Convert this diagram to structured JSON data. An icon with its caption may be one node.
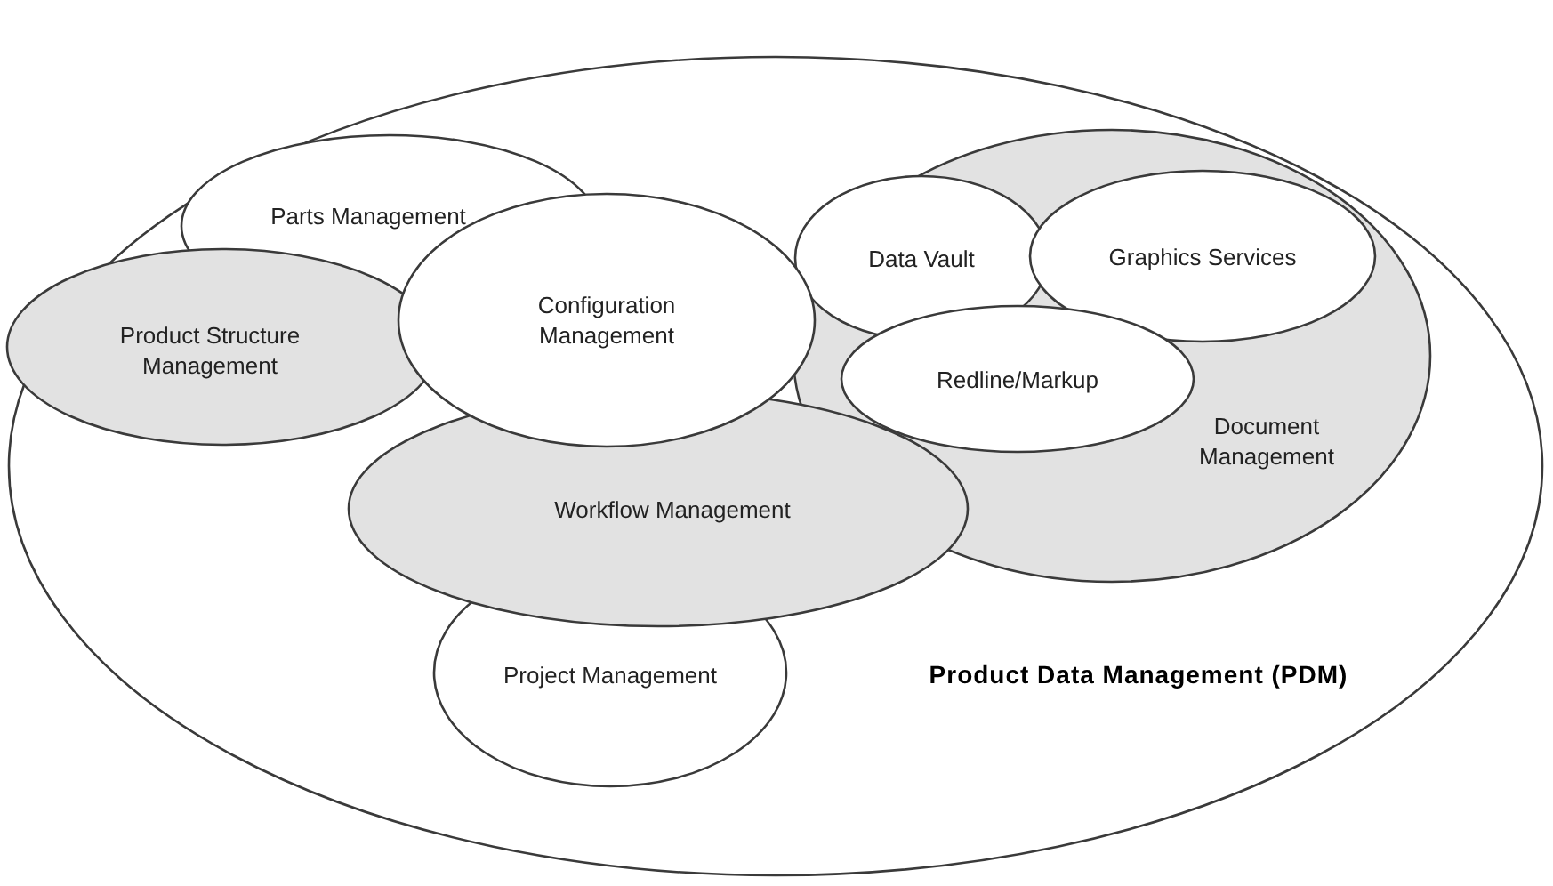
{
  "diagram": {
    "nodes": [
      {
        "text": [
          "Product Data Management (PDM)"
        ]
      },
      {
        "text": [
          "Parts Management"
        ],
        "in": 0
      },
      {
        "text": [
          "Product Structure Management"
        ],
        "in": 0
      },
      {
        "text": [
          "Configuration Management"
        ],
        "in": 0
      },
      {
        "text": [
          "Workflow Management"
        ],
        "in": 0
      },
      {
        "text": [
          "Project Management"
        ],
        "in": 0
      },
      {
        "text": [
          "Document Management"
        ],
        "in": 0
      },
      {
        "text": [
          "Data Vault"
        ],
        "in": 6
      },
      {
        "text": [
          "Graphics Services"
        ],
        "in": 6
      },
      {
        "text": [
          "Redline/Markup"
        ],
        "in": 6
      }
    ],
    "edges": []
  }
}
